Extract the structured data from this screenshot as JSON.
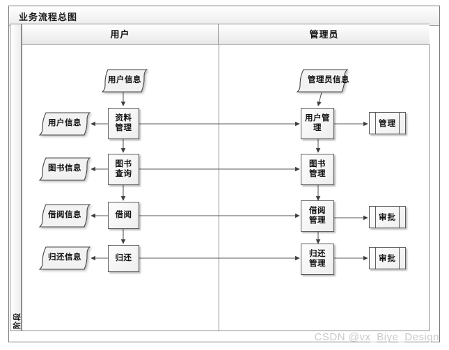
{
  "diagram": {
    "title": "业务流程总图",
    "lane_axis_label": "阶段",
    "lanes": [
      {
        "id": "user",
        "label": "用户"
      },
      {
        "id": "admin",
        "label": "管理员"
      }
    ],
    "watermark": "CSDN @vx_Biye_Design",
    "colors": {
      "frame_border": "#7a7a7a",
      "lane_border": "#8d8d8d",
      "shape_border": "#5d5d5d",
      "shape_fill": "#f2f2f2",
      "connector": "#595959",
      "text": "#111111",
      "watermark": "#c9c9c9"
    },
    "nodes": {
      "user_info_source": {
        "label": "用户信息",
        "type": "document",
        "lane": "user"
      },
      "user_info_out": {
        "label": "用户信息",
        "type": "document",
        "lane": "user"
      },
      "book_info_out": {
        "label": "图书信息",
        "type": "document",
        "lane": "user"
      },
      "borrow_info_out": {
        "label": "借阅信息",
        "type": "document",
        "lane": "user"
      },
      "return_info_out": {
        "label": "归还信息",
        "type": "document",
        "lane": "user"
      },
      "profile_manage": {
        "label": "资料管理",
        "type": "process",
        "lane": "user"
      },
      "book_query": {
        "label": "图书查询",
        "type": "process",
        "lane": "user"
      },
      "borrow": {
        "label": "借阅",
        "type": "process",
        "lane": "user"
      },
      "return": {
        "label": "归还",
        "type": "process",
        "lane": "user"
      },
      "admin_info_source": {
        "label": "管理员信息",
        "type": "document",
        "lane": "admin"
      },
      "user_manage": {
        "label": "用户管理",
        "type": "process",
        "lane": "admin"
      },
      "book_manage": {
        "label": "图书管理",
        "type": "process",
        "lane": "admin"
      },
      "borrow_manage": {
        "label": "借阅管理",
        "type": "process",
        "lane": "admin"
      },
      "return_manage": {
        "label": "归还管理",
        "type": "process",
        "lane": "admin"
      },
      "manage_sub": {
        "label": "管理",
        "type": "predefined-process",
        "lane": "admin"
      },
      "borrow_approve": {
        "label": "审批",
        "type": "predefined-process",
        "lane": "admin"
      },
      "return_approve": {
        "label": "审批",
        "type": "predefined-process",
        "lane": "admin"
      }
    },
    "edges": [
      {
        "from": "user_info_source",
        "to": "profile_manage",
        "direction": "down"
      },
      {
        "from": "profile_manage",
        "to": "user_info_out",
        "direction": "left"
      },
      {
        "from": "profile_manage",
        "to": "book_query",
        "direction": "down"
      },
      {
        "from": "book_query",
        "to": "book_info_out",
        "direction": "left"
      },
      {
        "from": "book_query",
        "to": "borrow",
        "direction": "down"
      },
      {
        "from": "borrow",
        "to": "borrow_info_out",
        "direction": "left"
      },
      {
        "from": "borrow",
        "to": "return",
        "direction": "down"
      },
      {
        "from": "return",
        "to": "return_info_out",
        "direction": "left"
      },
      {
        "from": "profile_manage",
        "to": "user_manage",
        "direction": "right"
      },
      {
        "from": "book_query",
        "to": "book_manage",
        "direction": "right"
      },
      {
        "from": "borrow",
        "to": "borrow_manage",
        "direction": "right"
      },
      {
        "from": "return",
        "to": "return_manage",
        "direction": "right"
      },
      {
        "from": "admin_info_source",
        "to": "user_manage",
        "direction": "down"
      },
      {
        "from": "user_manage",
        "to": "book_manage",
        "direction": "down"
      },
      {
        "from": "book_manage",
        "to": "borrow_manage",
        "direction": "down"
      },
      {
        "from": "borrow_manage",
        "to": "return_manage",
        "direction": "down"
      },
      {
        "from": "user_manage",
        "to": "manage_sub",
        "direction": "right"
      },
      {
        "from": "borrow_manage",
        "to": "borrow_approve",
        "direction": "right"
      },
      {
        "from": "return_manage",
        "to": "return_approve",
        "direction": "right"
      }
    ]
  }
}
